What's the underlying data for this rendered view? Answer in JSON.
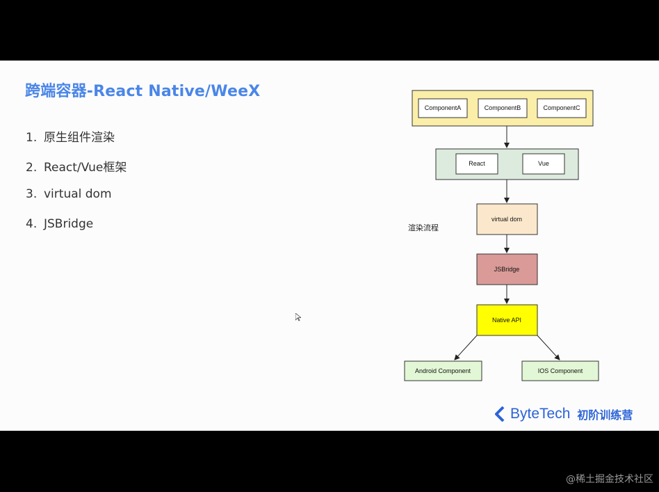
{
  "slide": {
    "title": "跨端容器-React Native/WeeX",
    "list": [
      {
        "num": "1.",
        "text": "原生组件渲染"
      },
      {
        "num": "2.",
        "text": "React/Vue框架"
      },
      {
        "num": "3.",
        "text": "virtual dom"
      },
      {
        "num": "4.",
        "text": "JSBridge"
      }
    ]
  },
  "diagram": {
    "flow_label": "渲染流程",
    "components": [
      "ComponentA",
      "ComponentB",
      "ComponentC"
    ],
    "frameworks": [
      "React",
      "Vue"
    ],
    "virtual_dom": "virtual dom",
    "jsbridge": "JSBridge",
    "native_api": "Native API",
    "android": "Android Component",
    "ios": "IOS Component",
    "colors": {
      "components_box": "#fbeea8",
      "frameworks_box": "#dcebdd",
      "virtual_dom": "#fbe8cc",
      "jsbridge": "#d99a98",
      "native_api": "#ffff00",
      "leaf": "#e2f7d5"
    }
  },
  "brand": {
    "name": "ByteTech",
    "sub": "初阶训练营",
    "accent": "#2b63d9"
  },
  "watermark": "@稀土掘金技术社区"
}
